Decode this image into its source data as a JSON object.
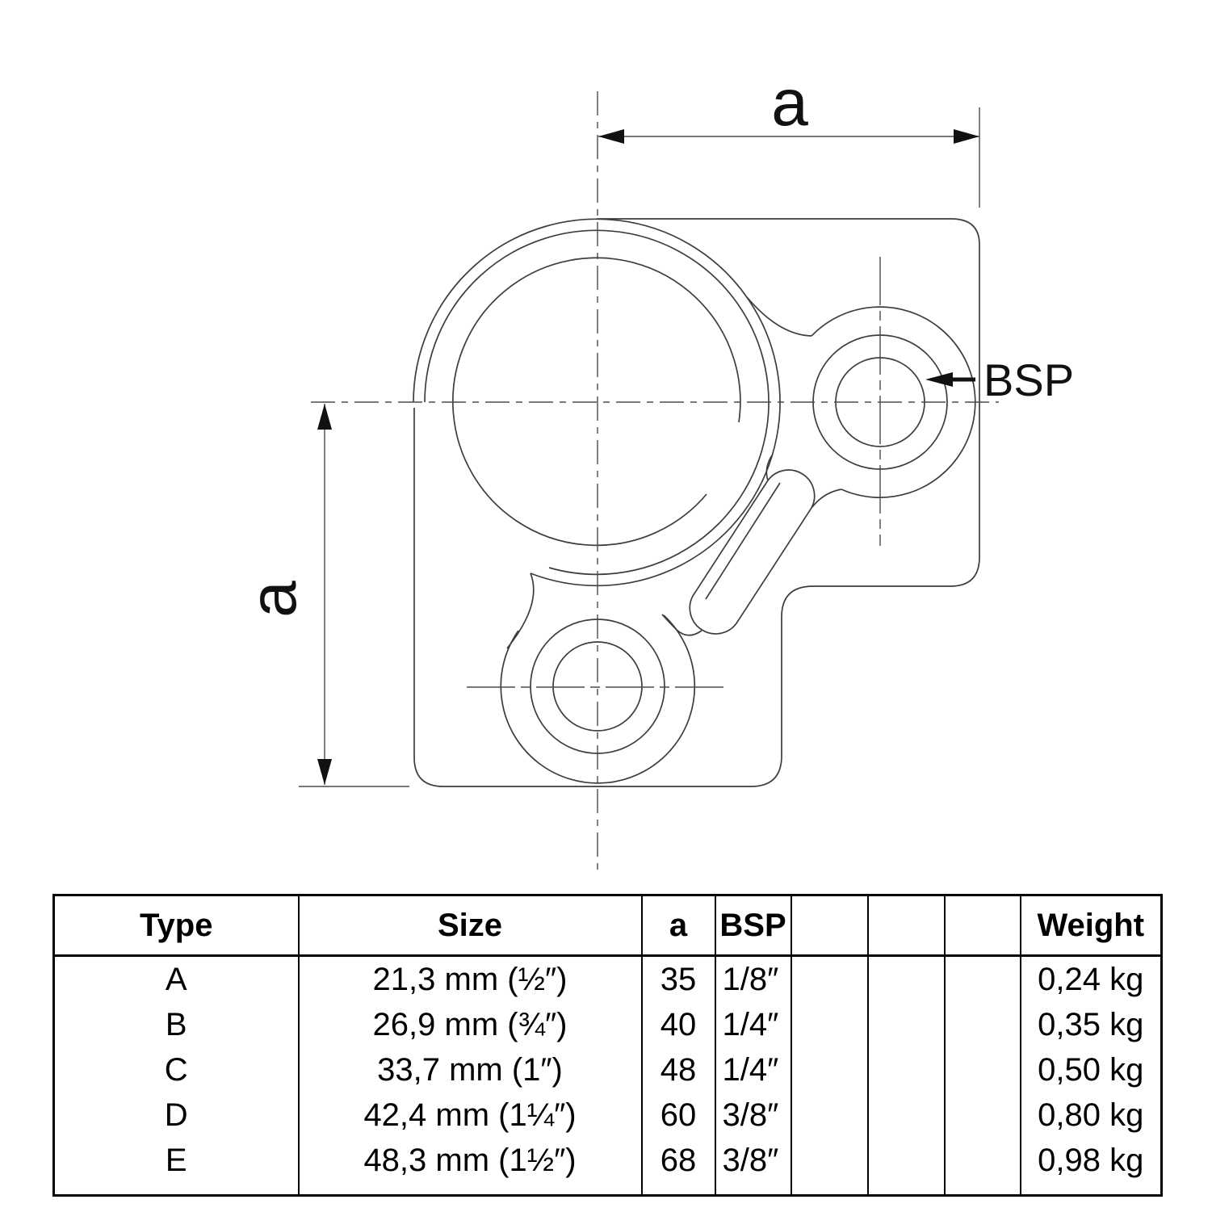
{
  "drawing": {
    "dim_top_label": "a",
    "dim_left_label": "a",
    "bsp_label": "BSP",
    "description": "corner tube-clamp fitting top view with two BSP bosses",
    "colors": {
      "line": "#3d3d3d",
      "centerline": "#4a4a4a",
      "text": "#000000",
      "background": "#ffffff"
    }
  },
  "table": {
    "headers": [
      "Type",
      "Size",
      "a",
      "BSP",
      "",
      "",
      "",
      "Weight"
    ],
    "rows": [
      [
        "A",
        "21,3 mm (½″)",
        "35",
        "1/8″",
        "",
        "",
        "",
        "0,24 kg"
      ],
      [
        "B",
        "26,9 mm (¾″)",
        "40",
        "1/4″",
        "",
        "",
        "",
        "0,35 kg"
      ],
      [
        "C",
        "33,7 mm (1″)",
        "48",
        "1/4″",
        "",
        "",
        "",
        "0,50 kg"
      ],
      [
        "D",
        "42,4 mm (1¼″)",
        "60",
        "3/8″",
        "",
        "",
        "",
        "0,80 kg"
      ],
      [
        "E",
        "48,3 mm (1½″)",
        "68",
        "3/8″",
        "",
        "",
        "",
        "0,98 kg"
      ]
    ]
  }
}
